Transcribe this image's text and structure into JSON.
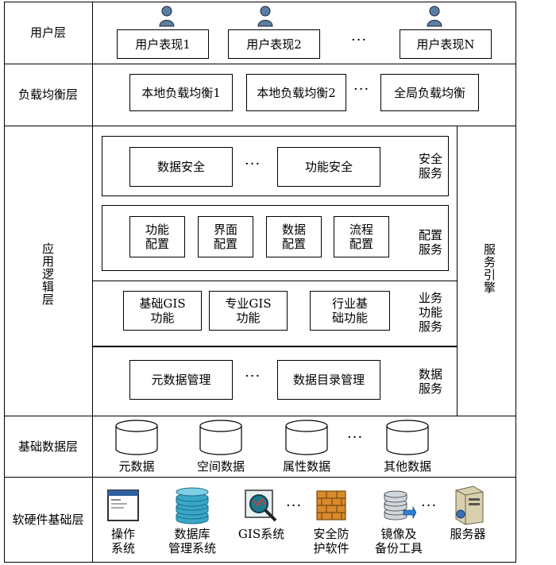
{
  "layers": {
    "user": "用户层",
    "load_balance": "负载均衡层",
    "app_logic": "应用逻辑层",
    "base_data": "基础数据层",
    "infra": "软硬件基础层"
  },
  "user_layer": {
    "items": [
      "用户表现1",
      "用户表现2",
      "用户表现N"
    ],
    "ellipsis": "···"
  },
  "lb_layer": {
    "items": [
      "本地负载均衡1",
      "本地负载均衡2",
      "全局负载均衡"
    ],
    "ellipsis": "···"
  },
  "app_layer": {
    "service_engine": "服务引擎",
    "security": {
      "label": "安全\n服务",
      "items": [
        "数据安全",
        "功能安全"
      ],
      "ellipsis": "···"
    },
    "config": {
      "label": "配置\n服务",
      "items": [
        "功能\n配置",
        "界面\n配置",
        "数据\n配置",
        "流程\n配置"
      ]
    },
    "business": {
      "label": "业务\n功能\n服务",
      "items": [
        "基础GIS\n功能",
        "专业GIS\n功能",
        "行业基\n础功能"
      ]
    },
    "data": {
      "label": "数据\n服务",
      "items": [
        "元数据管理",
        "数据目录管理"
      ],
      "ellipsis": "···"
    }
  },
  "base_data_layer": {
    "items": [
      "元数据",
      "空间数据",
      "属性数据",
      "其他数据"
    ],
    "ellipsis": "···"
  },
  "infra_layer": {
    "items": [
      "操作\n系统",
      "数据库\n管理系统",
      "GIS系统",
      "安全防\n护软件",
      "镜像及\n备份工具",
      "服务器"
    ],
    "ellipsis": "···"
  },
  "colors": {
    "user_icon": "#4a6a8c",
    "db_icon": "#3aa6c8",
    "gis_icon": "#1f7a8c",
    "firewall_icon": "#d98a2b",
    "server_icon": "#b8a878"
  }
}
